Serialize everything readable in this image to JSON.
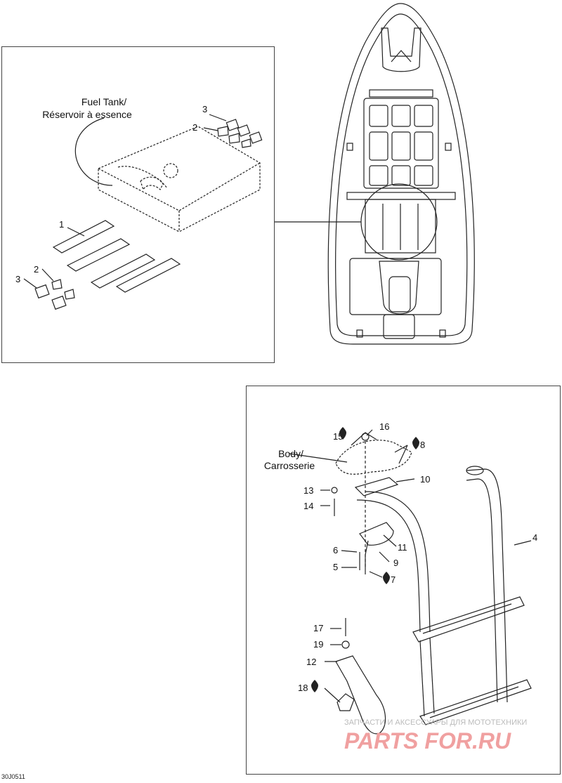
{
  "labels": {
    "fuel_tank_line1": "Fuel Tank/",
    "fuel_tank_line2": "Réservoir à essence",
    "body_line1": "Body/",
    "body_line2": "Carrosserie"
  },
  "callouts_top": [
    "1",
    "2",
    "3",
    "2",
    "3"
  ],
  "callouts_bottom": [
    "4",
    "5",
    "6",
    "7",
    "8",
    "9",
    "10",
    "11",
    "12",
    "13",
    "14",
    "15",
    "16",
    "17",
    "18",
    "19"
  ],
  "drawing_code": "30J0511",
  "watermark": {
    "line1": "ЗАПЧАСТИ И АКСЕССУАРЫ ДЛЯ МОТОТЕХНИКИ",
    "line2": "PARTS FOR.RU"
  },
  "colors": {
    "line": "#222222",
    "watermark_text": "#bbbbbb",
    "watermark_logo": "#f0a0a0"
  }
}
